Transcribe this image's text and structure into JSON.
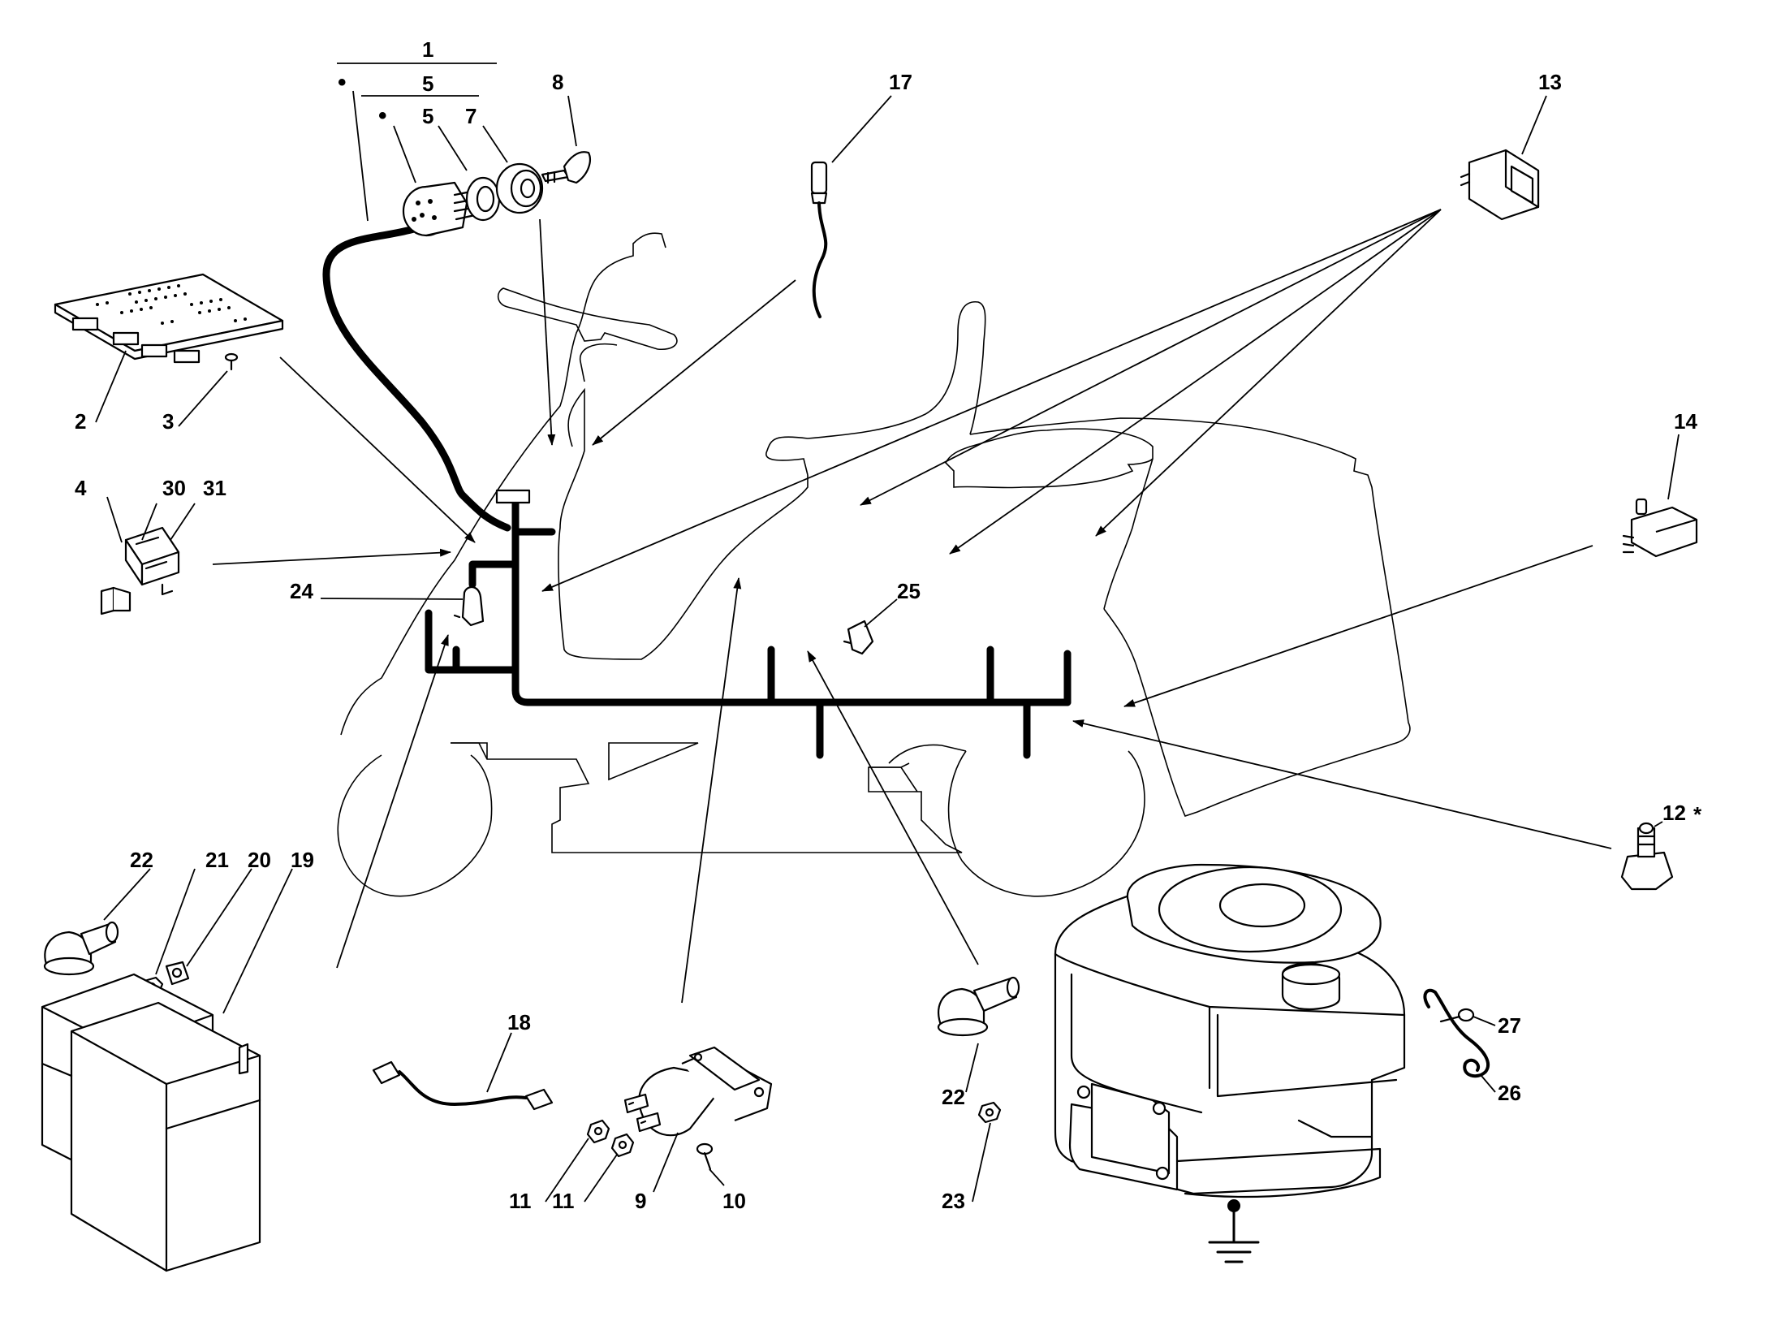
{
  "labels": {
    "p1": "1",
    "p5a": "5",
    "p5b": "5",
    "p7": "7",
    "p8": "8",
    "p17": "17",
    "p13": "13",
    "p2": "2",
    "p3": "3",
    "p4": "4",
    "p30": "30",
    "p31": "31",
    "p24": "24",
    "p25": "25",
    "p14": "14",
    "p12": "12",
    "p12_star": "*",
    "p22a": "22",
    "p21": "21",
    "p20": "20",
    "p19": "19",
    "p18": "18",
    "p11a": "11",
    "p11b": "11",
    "p9": "9",
    "p10": "10",
    "p22b": "22",
    "p23": "23",
    "p27": "27",
    "p26": "26",
    "bullet_a": "•",
    "bullet_b": "•"
  },
  "colors": {
    "ink": "#000000",
    "paper": "#ffffff"
  },
  "icons": [
    "ground-symbol-icon",
    "ignition-key-icon"
  ]
}
